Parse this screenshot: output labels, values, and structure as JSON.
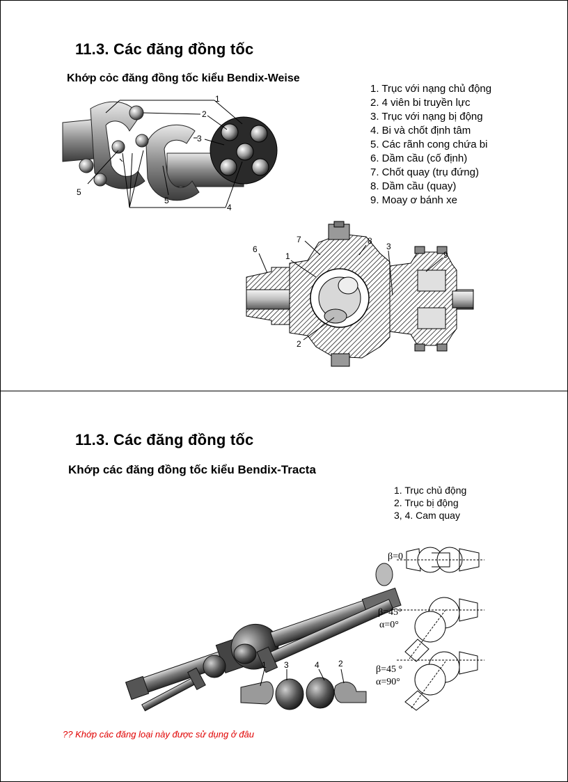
{
  "slide1": {
    "title": "11.3. Các đăng đồng tốc",
    "subtitle": "Khớp cỏc đăng đồng tốc kiểu Bendix-Weise",
    "legend": [
      "1. Trục với nạng chủ động",
      "2. 4 viên bi truyền lực",
      "3. Trục với nạng bị động",
      "4. Bi và chốt định tâm",
      "5. Các rãnh cong chứa bi",
      "6. Dầm cầu (cố định)",
      "7. Chốt quay (trụ đứng)",
      "8. Dầm cầu (quay)",
      "9. Moay ơ bánh xe"
    ],
    "joint_callouts": {
      "c1": "1",
      "c2": "2",
      "c3": "3",
      "c4": "4",
      "c5a": "5",
      "c5b": "5"
    },
    "section_callouts": {
      "c6": "6",
      "c7": "7",
      "c8": "8",
      "c3": "3",
      "c9": "9",
      "c1": "1",
      "c2": "2"
    }
  },
  "slide2": {
    "title": "11.3. Các đăng đồng tốc",
    "subtitle": "Khớp các đăng đồng tốc kiểu Bendix-Tracta",
    "legend": [
      "1. Trục chủ động",
      "2. Trục bị động",
      "3, 4. Cam quay"
    ],
    "exploded_callouts": {
      "c1": "1",
      "c3": "3",
      "c4": "4",
      "c2": "2"
    },
    "angle_labels": {
      "a1_beta": "β=0",
      "a2_beta": "β=45°",
      "a2_alpha": "α=0°",
      "a3_beta": "β=45 °",
      "a3_alpha": "α=90°"
    },
    "question": "?? Khớp các đăng loại này được sử dụng ở đâu"
  }
}
